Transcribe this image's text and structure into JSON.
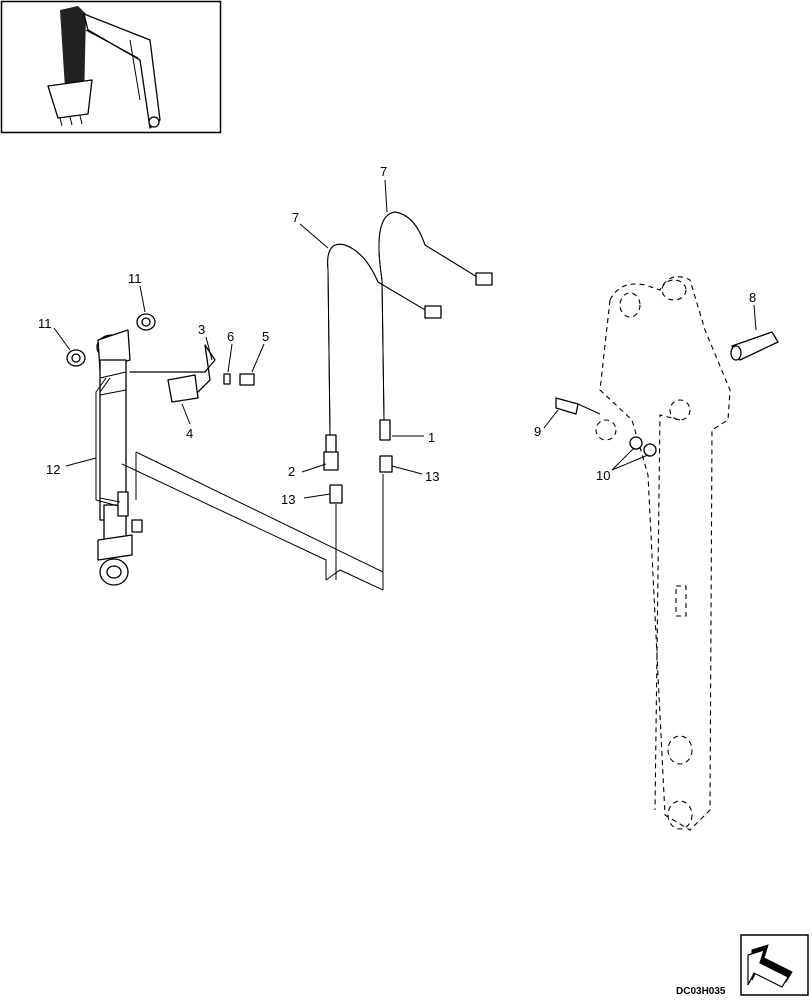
{
  "callouts": [
    "1",
    "2",
    "3",
    "4",
    "5",
    "6",
    "7",
    "7",
    "8",
    "9",
    "10",
    "11",
    "11",
    "12",
    "13",
    "13"
  ],
  "drawing_code": "DC03H035",
  "icons": {
    "overview": "excavator-arm-overview-icon",
    "nav": "next-page-arrow-icon"
  }
}
